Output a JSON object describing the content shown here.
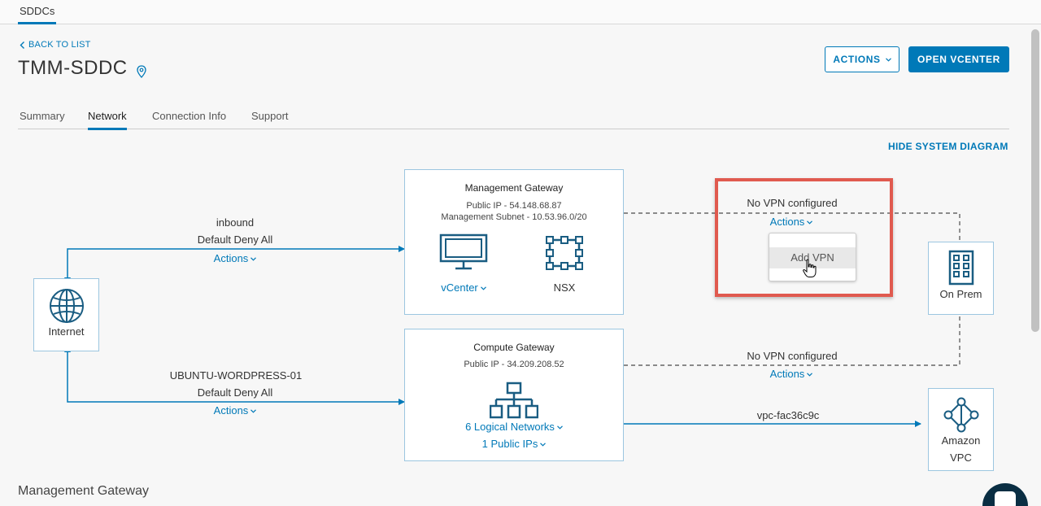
{
  "topbar": {
    "tab_label": "SDDCs"
  },
  "header": {
    "back_label": "BACK TO LIST",
    "title": "TMM-SDDC",
    "actions_label": "ACTIONS",
    "open_vcenter_label": "OPEN VCENTER"
  },
  "tabs": [
    {
      "label": "Summary",
      "active": false
    },
    {
      "label": "Network",
      "active": true
    },
    {
      "label": "Connection Info",
      "active": false
    },
    {
      "label": "Support",
      "active": false
    }
  ],
  "diagram": {
    "hide_label": "HIDE SYSTEM DIAGRAM",
    "internet": {
      "label": "Internet",
      "icon": "globe-icon"
    },
    "inbound": {
      "name": "inbound",
      "rule": "Default Deny All",
      "actions": "Actions"
    },
    "outbound": {
      "name": "UBUNTU-WORDPRESS-01",
      "rule": "Default Deny All",
      "actions": "Actions"
    },
    "management_gateway": {
      "title": "Management Gateway",
      "public_ip": "Public IP - 54.148.68.87",
      "subnet": "Management Subnet - 10.53.96.0/20",
      "vcenter_label": "vCenter",
      "nsx_label": "NSX"
    },
    "compute_gateway": {
      "title": "Compute Gateway",
      "public_ip": "Public IP - 34.209.208.52",
      "logical_networks": "6 Logical Networks",
      "public_ips": "1 Public IPs"
    },
    "vpn_top": {
      "status": "No VPN configured",
      "actions": "Actions",
      "menu_item": "Add VPN"
    },
    "vpn_bottom": {
      "status": "No VPN configured",
      "actions": "Actions"
    },
    "on_prem": {
      "label": "On Prem",
      "icon": "building-icon"
    },
    "vpc_link": "vpc-fac36c9c",
    "amazon_vpc": {
      "line1": "Amazon",
      "line2": "VPC",
      "icon": "network-nodes-icon"
    }
  },
  "section": {
    "title": "Management Gateway"
  },
  "colors": {
    "accent": "#0079b8",
    "highlight": "#e05a4f",
    "line": "#0079b8"
  }
}
